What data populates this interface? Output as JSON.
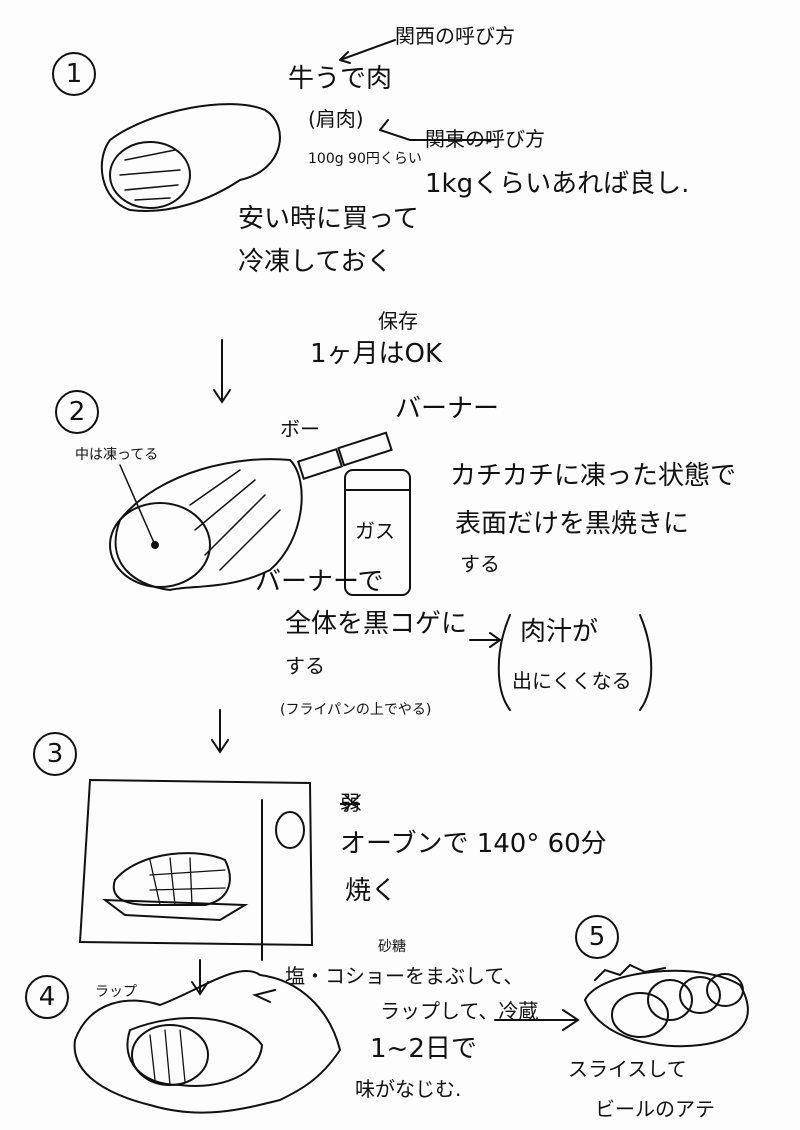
{
  "step1": {
    "number": "1",
    "kansai_label": "関西の呼び方",
    "meat_name": "牛うで肉",
    "meat_alt": "(肩肉)",
    "price": "100g 90円くらい",
    "kanto_label": "関東の呼び方",
    "amount": "1kgくらいあれば良し.",
    "buy_line1": "安い時に買って",
    "buy_line2": "冷凍しておく",
    "storage_note": "保存",
    "storage": "1ヶ月はOK"
  },
  "step2": {
    "number": "2",
    "inside_frozen": "中は凍ってる",
    "bo": "ボー",
    "burner": "バーナー",
    "gas": "ガス",
    "instruction_line1": "カチカチに凍った状態で",
    "instruction_line2": "表面だけを黒焼きに",
    "instruction_line3": "する",
    "burner_with": "バーナーで",
    "char_line1": "全体を黒コゲに",
    "char_line2": "する",
    "result_line1": "肉汁が",
    "result_line2": "出にくくなる",
    "pan_note": "(フライパンの上でやる)"
  },
  "step3": {
    "number": "3",
    "struck": "弱",
    "oven": "オーブンで 140° 60分",
    "bake": "焼く"
  },
  "step4": {
    "number": "4",
    "wrap_label": "ラップ",
    "sugar": "砂糖",
    "season": "塩・コショーをまぶして、",
    "wrap_chill": "ラップして、冷蔵",
    "days": "1~2日で",
    "settle": "味がなじむ."
  },
  "step5": {
    "number": "5",
    "slice": "スライスして",
    "beer": "ビールのアテ"
  }
}
